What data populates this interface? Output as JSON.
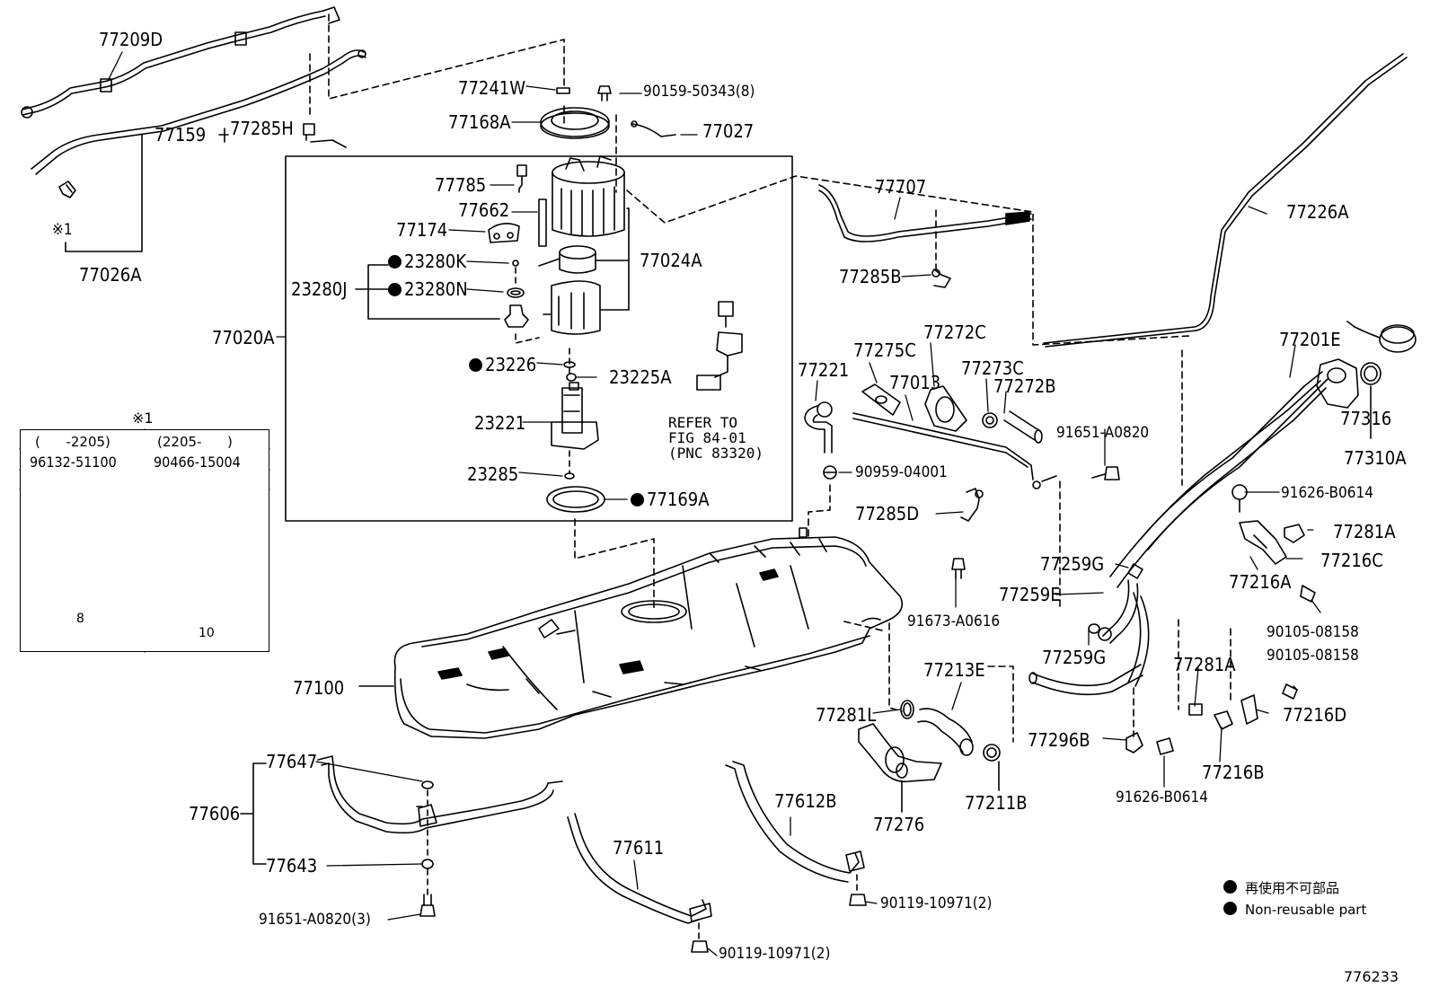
{
  "diagram": {
    "fig_code": "776233",
    "legend": {
      "symbol": "●",
      "items": [
        "再使用不可部品",
        "Non-reusable part"
      ]
    },
    "note_mark": "※1",
    "note_table": {
      "col1_header": "(      -2205)",
      "col2_header": "(2205-      )",
      "col1_part": "96132-51100",
      "col2_part": "90466-15004",
      "col1_dim": "8",
      "col2_dim": "10"
    },
    "refer_note": [
      "REFER TO",
      "FIG 84-01",
      "(PNC 83320)"
    ],
    "labels": {
      "p77209D": "77209D",
      "p77241W": "77241W",
      "p90159": "90159-50343(8)",
      "p77168A": "77168A",
      "p77027": "77027",
      "p77159": "77159",
      "p77285H": "77285H",
      "p77785": "77785",
      "p77662": "77662",
      "p77174": "77174",
      "p23280K": "23280K",
      "p23280J": "23280J",
      "p23280N": "23280N",
      "p77024A": "77024A",
      "p77026A": "77026A",
      "mark1": "※1",
      "p77020A": "77020A",
      "p23226": "23226",
      "p23225A": "23225A",
      "p23221": "23221",
      "p23285": "23285",
      "p77169A": "77169A",
      "p77707": "77707",
      "p77226A": "77226A",
      "p77285B": "77285B",
      "p77201E": "77201E",
      "p77316": "77316",
      "p77310A": "77310A",
      "p77221": "77221",
      "p77275C": "77275C",
      "p77272C": "77272C",
      "p77013": "77013",
      "p77273C": "77273C",
      "p77272B": "77272B",
      "p91651a": "91651-A0820",
      "p90959": "90959-04001",
      "p77285D": "77285D",
      "p91673": "91673-A0616",
      "p77259G1": "77259G",
      "p77259E": "77259E",
      "p77259G2": "77259G",
      "p91626a": "91626-B0614",
      "p77281A1": "77281A",
      "p77216C": "77216C",
      "p77216A": "77216A",
      "p90105a": "90105-08158",
      "p90105b": "90105-08158",
      "p77281A2": "77281A",
      "p77216D": "77216D",
      "p77216B": "77216B",
      "p91626b": "91626-B0614",
      "p77296B": "77296B",
      "p77100": "77100",
      "p77213E": "77213E",
      "p77281L": "77281L",
      "p77211B": "77211B",
      "p77276": "77276",
      "p77647": "77647",
      "p77606": "77606",
      "p77643": "77643",
      "p91651b": "91651-A0820(3)",
      "p77611": "77611",
      "p77612B": "77612B",
      "p90119a": "90119-10971(2)",
      "p90119b": "90119-10971(2)"
    }
  }
}
